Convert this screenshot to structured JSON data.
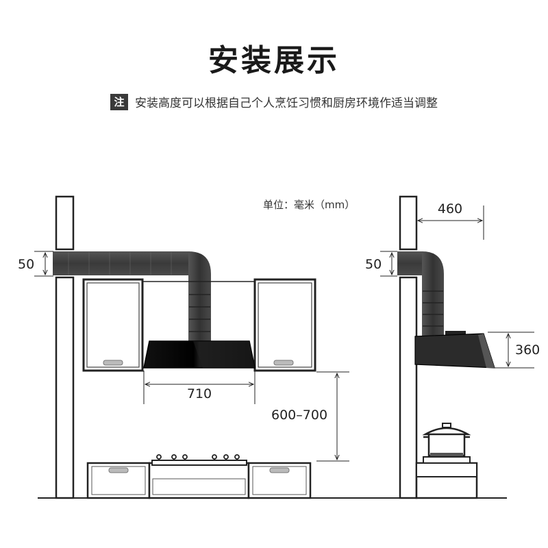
{
  "title": "安装展示",
  "note": {
    "badge": "注",
    "text": "安装高度可以根据自己个人烹饪习惯和厨房环境作适当调整"
  },
  "unit_label": "单位：毫米（mm）",
  "front_view": {
    "wall_gap": "50",
    "hood_width": "710",
    "hood_height_above_stove": "600–700"
  },
  "side_view": {
    "wall_gap": "50",
    "hood_depth": "460",
    "hood_height": "360"
  }
}
